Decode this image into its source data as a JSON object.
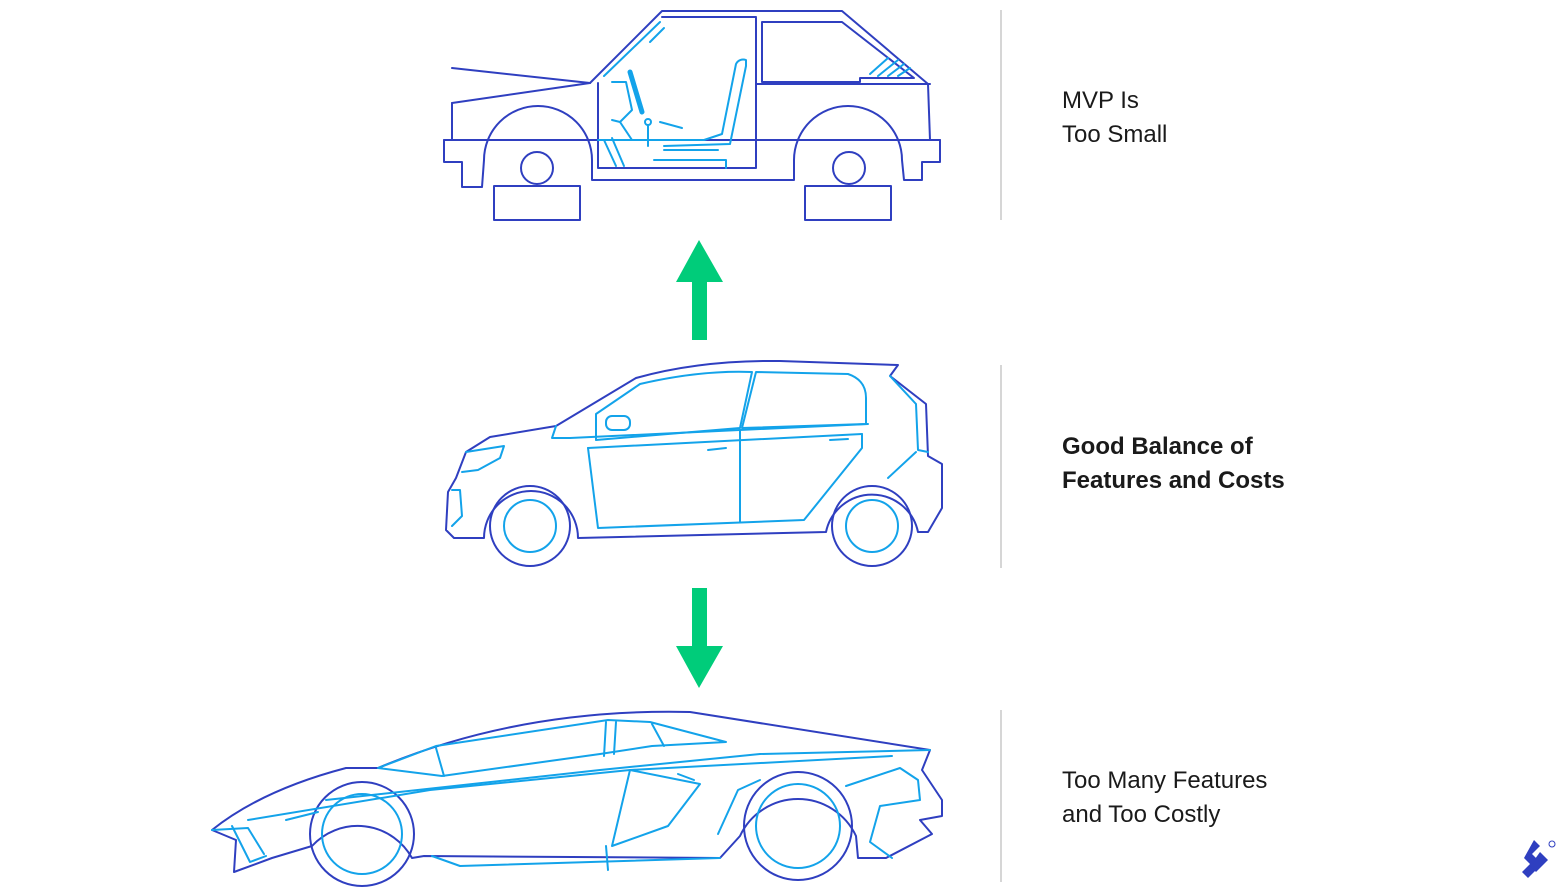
{
  "rows": [
    {
      "id": "too-small",
      "lines": [
        "MVP Is",
        "Too Small"
      ],
      "emphasis": false
    },
    {
      "id": "balanced",
      "lines": [
        "Good Balance of",
        "Features and Costs"
      ],
      "emphasis": true
    },
    {
      "id": "too-costly",
      "lines": [
        "Too Many Features",
        "and Too Costly"
      ],
      "emphasis": false
    }
  ],
  "arrows": [
    {
      "id": "arrow-up",
      "direction": "up"
    },
    {
      "id": "arrow-down",
      "direction": "down"
    }
  ],
  "colors": {
    "outline_dark": "#2f3fc0",
    "outline_light": "#13a3ea",
    "arrow": "#00cc7a",
    "divider": "#d6d6d6",
    "text": "#1a1a1a",
    "logo": "#2f3fc0"
  }
}
